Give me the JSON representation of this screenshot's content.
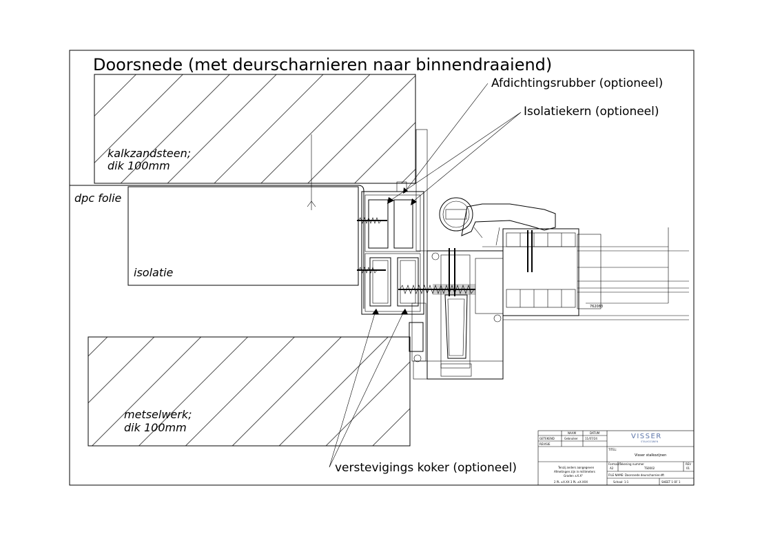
{
  "title": "Doorsnede (met deurscharnieren naar binnendraaiend)",
  "callouts": {
    "afdichtingsrubber": "Afdichtingsrubber (optioneel)",
    "isolatiekern": "Isolatiekern (optioneel)",
    "verstevigings_koker": "verstevigings koker (optioneel)"
  },
  "materials": {
    "kalkzandsteen_line1": "kalkzandsteen;",
    "kalkzandsteen_line2": "dik 100mm",
    "dpc": "dpc folie",
    "isolatie": "isolatie",
    "metselwerk_line1": "metselwerk;",
    "metselwerk_line2": "dik 100mm"
  },
  "profile": {
    "code": "762083"
  },
  "title_block": {
    "header_naam": "NAAM",
    "header_datum": "DATUM",
    "row_getekend": "GETEKEND",
    "getekend_naam": "Gebruiker",
    "getekend_datum": "11/07/24",
    "row_revisie": "REVISIE",
    "logo": "VISSER",
    "logo_sub": "STALKOZIJNEN",
    "titel_label": "TITEL:",
    "titel_value": "Visser stalkozijnen",
    "note_line1": "Tenzij anders aangegeven",
    "note_line2": "Afmetingen zijn in millimeters",
    "note_line3": "Graden ±X.X°",
    "note_line4": "2 PL ±X.XX 3 PL ±X.XXX",
    "formaat_label": "Formaat",
    "formaat_value": "A2",
    "tekening_label": "Tekening nummer",
    "tekening_value": "TS0002",
    "rev_label": "REV",
    "rev_value": "01",
    "file_name": "FILE NAME: Doorsnede deurscharnier.dft",
    "schaal": "Schaal: 1:1",
    "sheet": "SHEET 1 OF 1"
  }
}
